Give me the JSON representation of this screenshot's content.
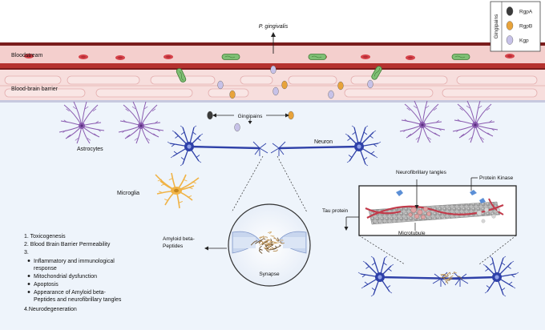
{
  "title": "P. gingivalis",
  "layers": {
    "bloodstream": "Bloodstream",
    "bbb": "Blood-brain barrier"
  },
  "legend": {
    "heading": "Gingipains",
    "items": [
      {
        "label": "RgpA",
        "color": "#3b3b3b"
      },
      {
        "label": "RgpB",
        "color": "#e8a33a"
      },
      {
        "label": "Kgp",
        "color": "#c7c2e8"
      }
    ]
  },
  "labels": {
    "gingipains": "Gingipains",
    "astrocytes": "Astrocytes",
    "neuron": "Neuron",
    "microglia": "Microglia",
    "neurofibrillary_tangles": "Neurofibrillary tangles",
    "protein_kinase": "Protein Kinase",
    "tau_protein": "Tau protein",
    "microtubule": "Microtubule",
    "amyloid_line1": "Amyloid beta-",
    "amyloid_line2": "Peptides",
    "synapse": "Synapse"
  },
  "outcomes": {
    "line1": "1.  Toxicogenesis",
    "line2": "2.  Blood Brain Barrier Permeability",
    "line3": "3.",
    "bullets": [
      "Inflammatory and immunological",
      "response",
      "Mitochondrial dysfunction",
      "Apoptosis",
      "Appearance of Amyloid beta-",
      "Peptides and neurofibrillary tangles"
    ],
    "line4": "4.Neurodegeneration"
  },
  "colors": {
    "vessel": "#b5322f",
    "vessel_dark": "#7a1c1c",
    "plasma": "#f4cfcd",
    "bbb_fill": "#f7dedd",
    "brain_bg": "#eef4fb",
    "rbc": "#d6434a",
    "bacteria": "#7fbf74",
    "astrocyte": "#8a5bb0",
    "neuron": "#2e40a8",
    "microglia": "#f0b346",
    "tau": "#c23a4a"
  }
}
